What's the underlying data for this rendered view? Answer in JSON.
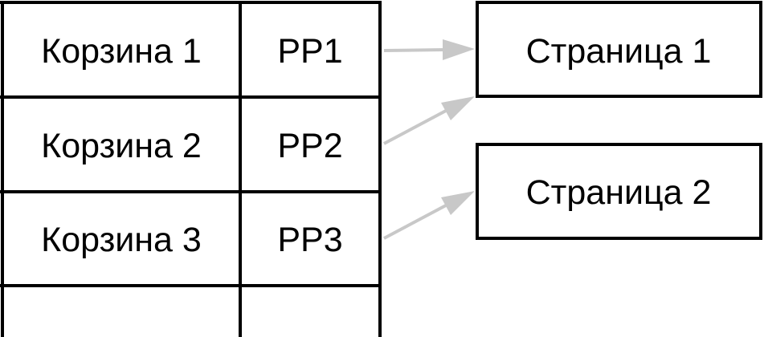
{
  "buckets": [
    {
      "label": "Корзина 1",
      "pointer": "PP1"
    },
    {
      "label": "Корзина 2",
      "pointer": "PP2"
    },
    {
      "label": "Корзина 3",
      "pointer": "PP3"
    },
    {
      "label": "",
      "pointer": ""
    }
  ],
  "pages": [
    {
      "label": "Страница 1"
    },
    {
      "label": "Страница 2"
    }
  ],
  "links": [
    {
      "from": "PP1",
      "to": "Страница 1"
    },
    {
      "from": "PP2",
      "to": "Страница 1"
    },
    {
      "from": "PP3",
      "to": "Страница 2"
    }
  ],
  "colors": {
    "line": "#000000",
    "arrow": "#c8c8c8",
    "background": "#ffffff"
  }
}
